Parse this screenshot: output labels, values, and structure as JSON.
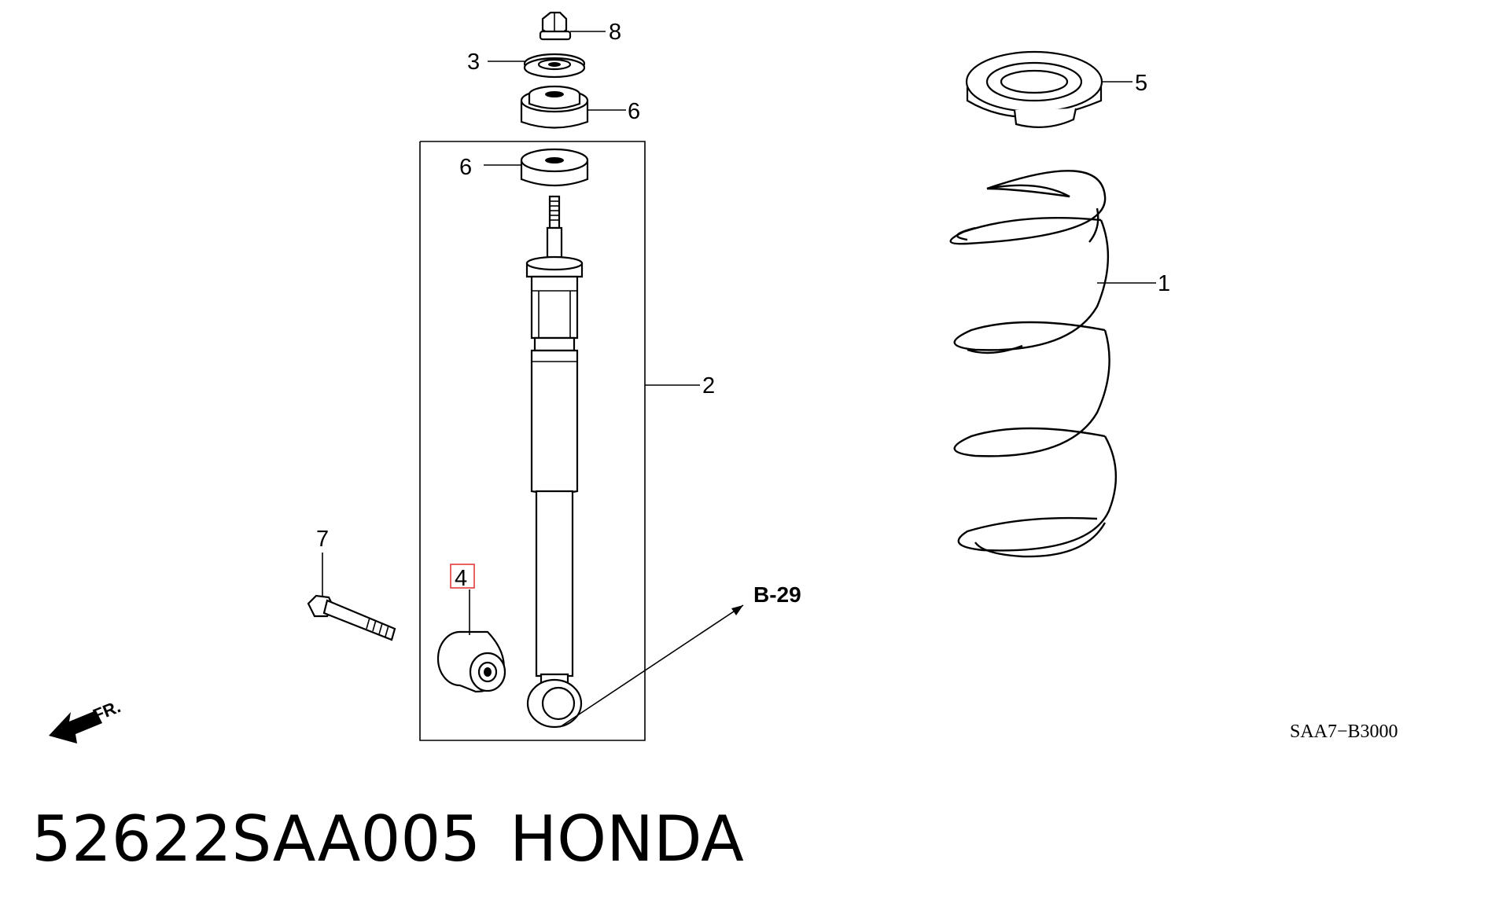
{
  "diagram": {
    "callouts": {
      "c1": "1",
      "c2": "2",
      "c3": "3",
      "c4": "4",
      "c5": "5",
      "c6a": "6",
      "c6b": "6",
      "c7": "7",
      "c8": "8"
    },
    "ref_label": "B-29",
    "front_label": "FR.",
    "diagram_code": "SAA7−B3000",
    "highlight_color": "#e23b3b"
  },
  "footer": {
    "part_number": "52622SAA005",
    "brand": "HONDA"
  }
}
